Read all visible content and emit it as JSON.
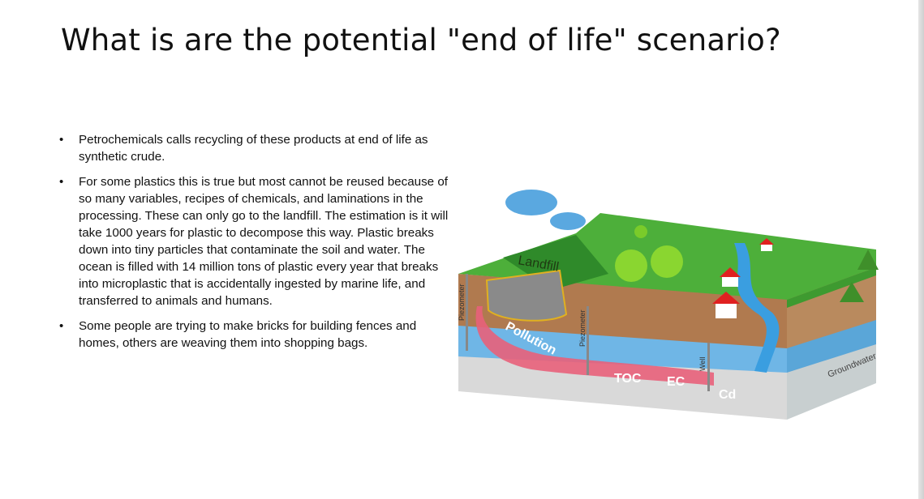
{
  "slide": {
    "title": "What is are the potential \"end of life\" scenario?",
    "bullets": [
      "Petrochemicals calls recycling of these products at end of life as synthetic crude.",
      "For some plastics this is true but most cannot be reused because of so many variables, recipes of chemicals, and laminations in the processing. These can only go to the landfill. The estimation is it will take 1000 years for plastic to decompose this way. Plastic breaks down into tiny particles that contaminate the soil and water. The ocean is filled with 14 million tons of plastic every year that breaks into microplastic that is accidentally ingested by marine life, and transferred to animals and humans.",
      "Some people are trying to make bricks for building fences and homes, others are weaving them into shopping bags."
    ],
    "bullet_glyph": "•"
  },
  "illustration": {
    "labels": {
      "landfill": "Landfill",
      "pollution": "Pollution",
      "piezometer_left": "Piezometer",
      "piezometer_right": "Piezometer",
      "well": "Well",
      "toc": "TOC",
      "ec": "EC",
      "cd": "Cd",
      "groundwater": "Groundwater"
    },
    "colors": {
      "grass": "#4daf3a",
      "soil": "#b07a4f",
      "groundwater": "#6fb6e6",
      "pollution": "#e8607a",
      "river": "#3a9ee0",
      "roof": "#e02020"
    }
  }
}
